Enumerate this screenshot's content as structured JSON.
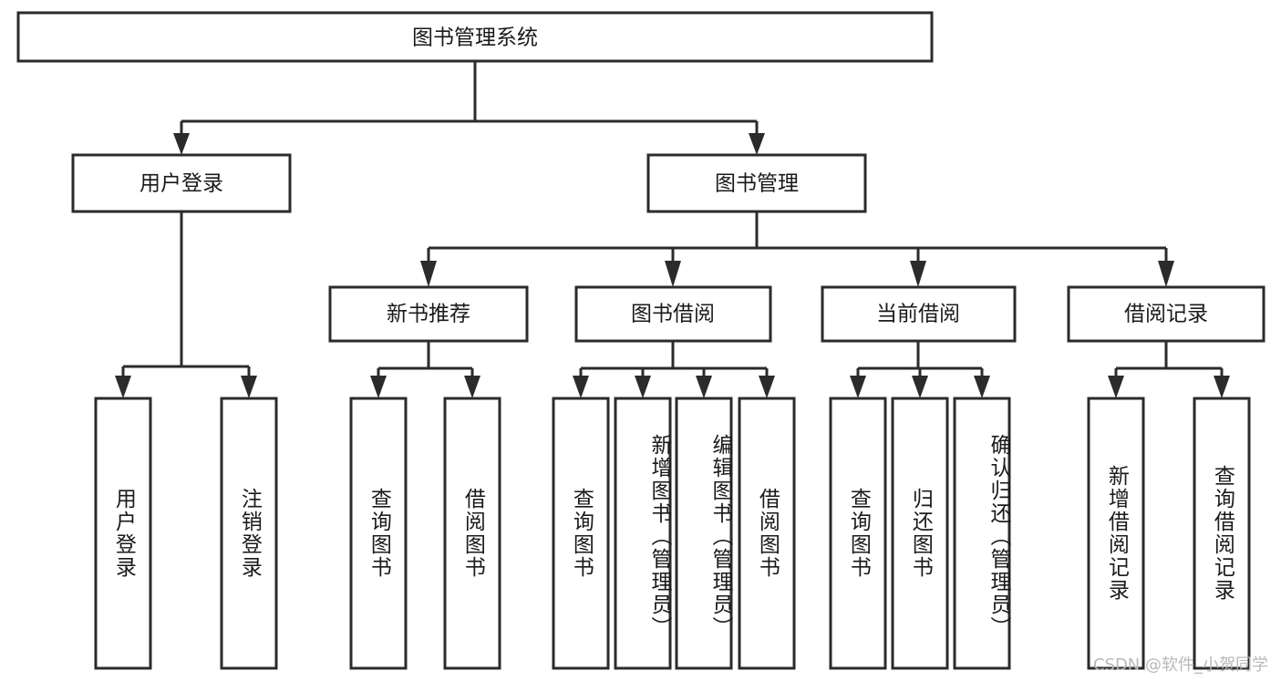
{
  "diagram": {
    "type": "tree",
    "title_node": "图书管理系统",
    "watermark": "CSDN @软件_小贺同学",
    "levels": [
      {
        "level": 0,
        "nodes": [
          {
            "id": "root",
            "label": "图书管理系统",
            "orientation": "horizontal"
          }
        ]
      },
      {
        "level": 1,
        "nodes": [
          {
            "id": "login",
            "label": "用户登录",
            "orientation": "horizontal",
            "parent": "root"
          },
          {
            "id": "bookmgmt",
            "label": "图书管理",
            "orientation": "horizontal",
            "parent": "root"
          }
        ]
      },
      {
        "level": 2,
        "nodes": [
          {
            "id": "newbook",
            "label": "新书推荐",
            "orientation": "horizontal",
            "parent": "bookmgmt"
          },
          {
            "id": "borrow",
            "label": "图书借阅",
            "orientation": "horizontal",
            "parent": "bookmgmt"
          },
          {
            "id": "current",
            "label": "当前借阅",
            "orientation": "horizontal",
            "parent": "bookmgmt"
          },
          {
            "id": "records",
            "label": "借阅记录",
            "orientation": "horizontal",
            "parent": "bookmgmt"
          }
        ]
      },
      {
        "level": 3,
        "nodes": [
          {
            "id": "leaf1",
            "label": "用户登录",
            "orientation": "vertical",
            "parent": "login"
          },
          {
            "id": "leaf2",
            "label": "注销登录",
            "orientation": "vertical",
            "parent": "login"
          },
          {
            "id": "leaf3",
            "label": "查询图书",
            "orientation": "vertical",
            "parent": "newbook"
          },
          {
            "id": "leaf4",
            "label": "借阅图书",
            "orientation": "vertical",
            "parent": "newbook"
          },
          {
            "id": "leaf5",
            "label": "查询图书",
            "orientation": "vertical",
            "parent": "borrow"
          },
          {
            "id": "leaf6",
            "label": "新增图书（管理员）",
            "orientation": "vertical",
            "parent": "borrow"
          },
          {
            "id": "leaf7",
            "label": "编辑图书（管理员）",
            "orientation": "vertical",
            "parent": "borrow"
          },
          {
            "id": "leaf8",
            "label": "借阅图书",
            "orientation": "vertical",
            "parent": "borrow"
          },
          {
            "id": "leaf9",
            "label": "查询图书",
            "orientation": "vertical",
            "parent": "current"
          },
          {
            "id": "leaf10",
            "label": "归还图书",
            "orientation": "vertical",
            "parent": "current"
          },
          {
            "id": "leaf11",
            "label": "确认归还（管理员）",
            "orientation": "vertical",
            "parent": "current"
          },
          {
            "id": "leaf12",
            "label": "新增借阅记录",
            "orientation": "vertical",
            "parent": "records"
          },
          {
            "id": "leaf13",
            "label": "查询借阅记录",
            "orientation": "vertical",
            "parent": "records"
          }
        ]
      }
    ],
    "colors": {
      "box_stroke": "#2b2b2b",
      "box_fill": "#ffffff",
      "text": "#1a1a1a",
      "background": "#ffffff",
      "watermark": "#b9b9b9"
    }
  }
}
